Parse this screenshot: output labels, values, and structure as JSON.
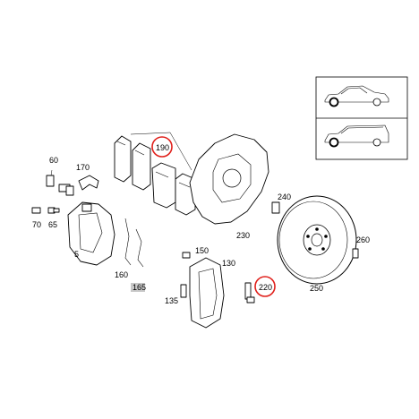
{
  "diagram": {
    "part_labels": {
      "p60": "60",
      "p170": "170",
      "p70": "70",
      "p65": "65",
      "p5": "5",
      "p160": "160",
      "p165": "165",
      "p190": "190",
      "p230": "230",
      "p240": "240",
      "p150": "150",
      "p130": "130",
      "p220": "220",
      "p135": "135",
      "p250": "250",
      "p260": "260"
    },
    "highlight_color": "#e0201b",
    "box_label_fill": "#c8c8c8",
    "inset_icons": [
      "sedan-car-icon",
      "estate-car-icon"
    ]
  }
}
